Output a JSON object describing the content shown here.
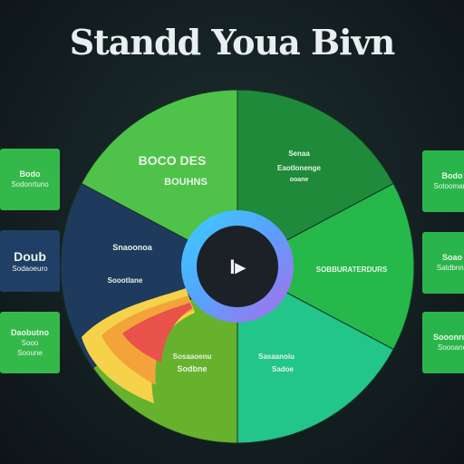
{
  "title": "Standd Youa Bivn",
  "center_label": "I▸",
  "colors": {
    "green_light": "#4fc24a",
    "green_dark": "#1f8a3a",
    "green_bright": "#26b84a",
    "teal": "#22c58a",
    "lime": "#66b22d",
    "navy": "#1e3b5e",
    "flame_red": "#e8524a",
    "flame_orange": "#f2a43a",
    "flame_yellow": "#f6d24a",
    "ring_start": "#37d0ff",
    "ring_end": "#b06ae8"
  },
  "segments": [
    {
      "line1": "BOCO DES",
      "line2": "BOUHNS"
    },
    {
      "line1": "Senaa",
      "line2": "Eaotlonenge",
      "line3": "ooane"
    },
    {
      "line1": "SOBBURATERDURS",
      "line2": ""
    },
    {
      "line1": "Sasaanoiu",
      "line2": "Sadoe"
    },
    {
      "line1": "Sosaaoenu",
      "line2": "Sodbne"
    },
    {
      "line1": "Snaoonoa",
      "line2": "Soootlane"
    }
  ],
  "left_cards": [
    {
      "line1": "Bodo",
      "line2": "Sodonrtuno"
    },
    {
      "line1": "Doub",
      "line2": "Sodaoeuro"
    },
    {
      "line1": "Daobutno",
      "line2": "Sooo",
      "line3": "Sooune"
    }
  ],
  "right_cards": [
    {
      "line1": "Bodo",
      "line2": "Sotoomano"
    },
    {
      "line1": "Soao",
      "line2": "Satdbnno"
    },
    {
      "line1": "Sooonroe",
      "line2": "Soooane"
    }
  ]
}
